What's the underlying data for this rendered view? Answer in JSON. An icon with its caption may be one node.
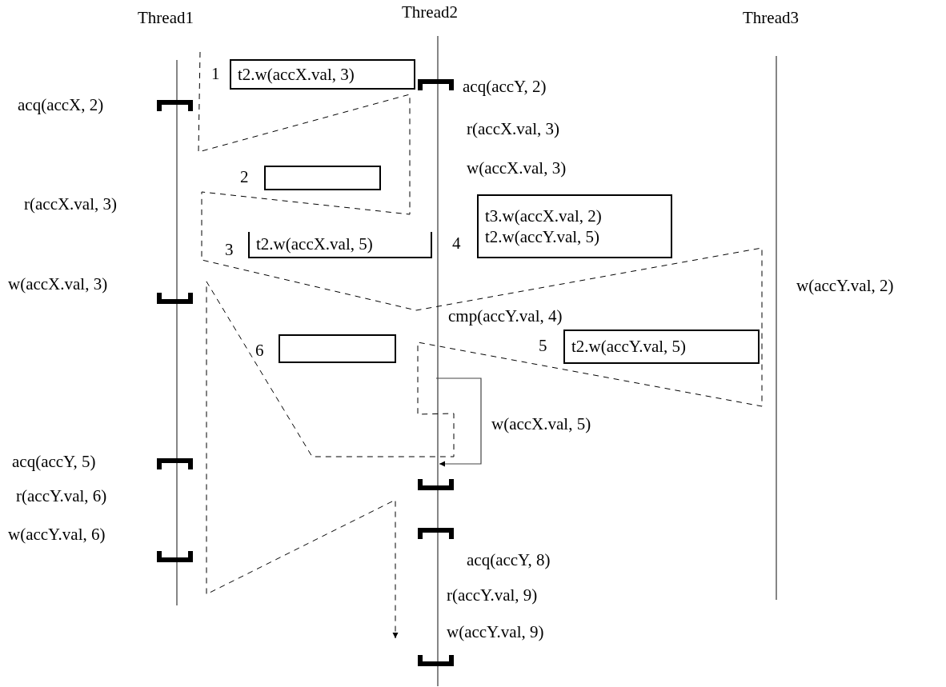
{
  "diagram": {
    "nodes": [
      {
        "text": [
          "t2.w(accX.val, 3)"
        ],
        "beside": [
          "1"
        ]
      },
      {
        "text": [],
        "shape": "box",
        "beside": [
          "2"
        ]
      },
      {
        "text": [
          "t2.w(accX.val, 5)"
        ],
        "beside": [
          "3"
        ]
      },
      {
        "text": [
          "t3.w(accX.val, 2)",
          "t2.w(accY.val, 5)"
        ],
        "beside": [
          "4"
        ]
      },
      {
        "text": [
          "t2.w(accY.val, 5)"
        ],
        "beside": [
          "5"
        ]
      },
      {
        "text": [],
        "shape": "box",
        "beside": [
          "6"
        ]
      }
    ],
    "labels": [
      "Thread1",
      "Thread2",
      "Thread3",
      "acq(accX, 2)",
      "r(accX.val, 3)",
      "w(accX.val, 3)",
      "acq(accY, 5)",
      "r(accY.val, 6)",
      "w(accY.val, 6)",
      "acq(accY, 2)",
      "r(accX.val, 3)",
      "w(accX.val, 3)",
      "cmp(accY.val, 4)",
      "w(accX.val, 5)",
      "acq(accY, 8)",
      "r(accY.val, 9)",
      "w(accY.val, 9)",
      "w(accY.val, 2)"
    ]
  }
}
